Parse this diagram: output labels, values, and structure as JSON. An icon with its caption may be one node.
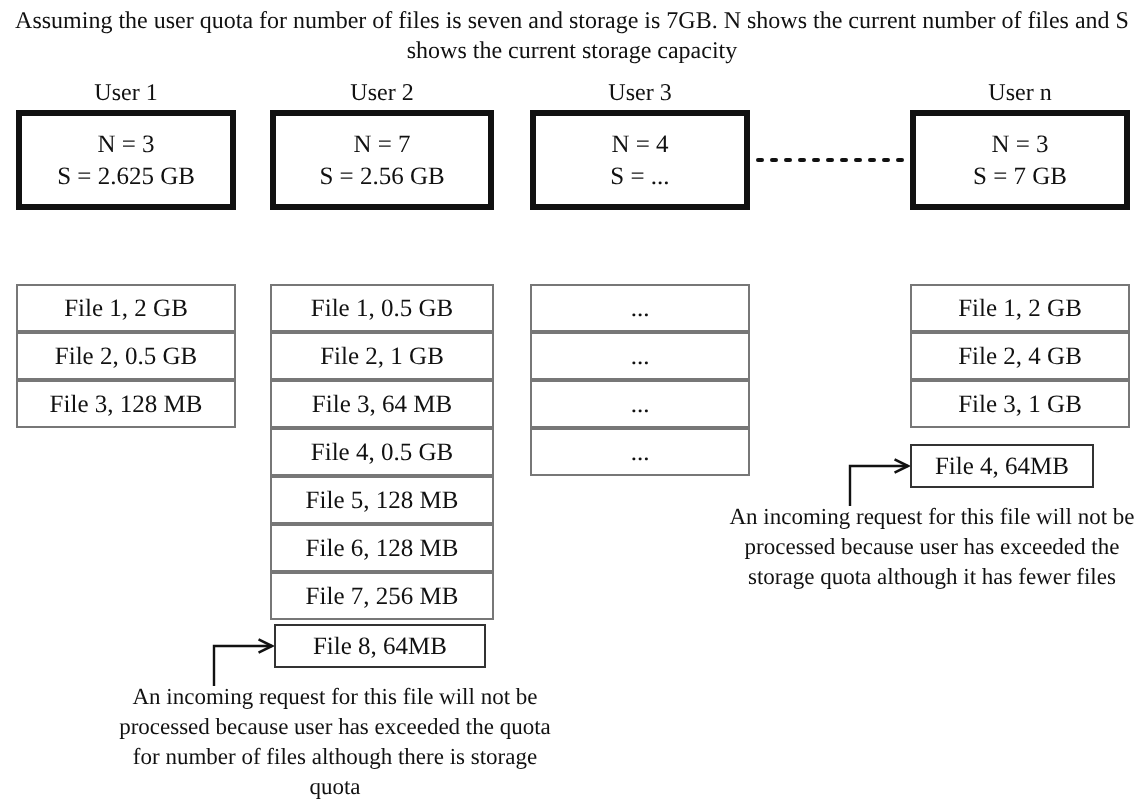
{
  "diagram": {
    "title": "Assuming the user quota for number of files is seven and storage is 7GB. N shows the current number of files and S shows the current storage capacity",
    "nodes": [
      {
        "text": [
          "User 1",
          "N = 3",
          "S = 2.625 GB"
        ]
      },
      {
        "text": [
          "User 2",
          "N = 7",
          "S = 2.56 GB"
        ]
      },
      {
        "text": [
          "User 3",
          "N = 4",
          "S = ..."
        ]
      },
      {
        "text": [
          "User n",
          "N = 3",
          "S = 7 GB"
        ]
      },
      {
        "text": [
          "File 1, 2 GB"
        ]
      },
      {
        "text": [
          "File 2, 0.5 GB"
        ]
      },
      {
        "text": [
          "File 3, 128 MB"
        ]
      },
      {
        "text": [
          "File 1, 0.5 GB"
        ]
      },
      {
        "text": [
          "File 2, 1 GB"
        ]
      },
      {
        "text": [
          "File 3, 64 MB"
        ]
      },
      {
        "text": [
          "File 4, 0.5 GB"
        ]
      },
      {
        "text": [
          "File 5, 128 MB"
        ]
      },
      {
        "text": [
          "File 6, 128 MB"
        ]
      },
      {
        "text": [
          "File 7, 256 MB"
        ]
      },
      {
        "text": [
          "..."
        ]
      },
      {
        "text": [
          "..."
        ]
      },
      {
        "text": [
          "..."
        ]
      },
      {
        "text": [
          "..."
        ]
      },
      {
        "text": [
          "File 1, 2 GB"
        ]
      },
      {
        "text": [
          "File 2, 4 GB"
        ]
      },
      {
        "text": [
          "File 3, 1 GB"
        ]
      },
      {
        "text": [
          "File 8, 64MB"
        ]
      },
      {
        "text": [
          "An incoming request for this file will not be processed because user has exceeded the quota for number of files although there is storage quota"
        ]
      },
      {
        "text": [
          "File 4, 64MB"
        ]
      },
      {
        "text": [
          "An incoming request for this file will not be processed because user has exceeded the storage quota although it has fewer files"
        ]
      }
    ],
    "edges": [
      {
        "from": 2,
        "to": 3,
        "arrow": "none",
        "style": "dashed"
      },
      {
        "from": 22,
        "to": 21,
        "arrow": "to"
      },
      {
        "from": 24,
        "to": 23,
        "arrow": "to"
      }
    ]
  }
}
